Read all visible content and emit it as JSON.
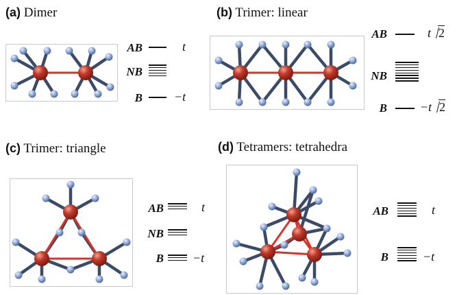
{
  "panels": {
    "a": {
      "tag": "(a)",
      "title": "Dimer",
      "levels": [
        {
          "label": "AB",
          "lines": 1,
          "value": "t"
        },
        {
          "label": "NB",
          "lines": 5,
          "value": ""
        },
        {
          "label": "B",
          "lines": 1,
          "value": "−t"
        }
      ]
    },
    "b": {
      "tag": "(b)",
      "title": "Trimer: linear",
      "levels": [
        {
          "label": "AB",
          "lines": 1,
          "value": "t",
          "sqrt": "2"
        },
        {
          "label": "NB",
          "lines": 8,
          "value": ""
        },
        {
          "label": "B",
          "lines": 1,
          "value": "−t",
          "sqrt": "2"
        }
      ]
    },
    "c": {
      "tag": "(c)",
      "title": "Trimer: triangle",
      "levels": [
        {
          "label": "AB",
          "lines": 3,
          "value": "t"
        },
        {
          "label": "NB",
          "lines": 3,
          "value": ""
        },
        {
          "label": "B",
          "lines": 3,
          "value": "−t"
        }
      ]
    },
    "d": {
      "tag": "(d)",
      "title": "Tetramers: tetrahedra",
      "levels": [
        {
          "label": "AB",
          "lines": 6,
          "value": "t"
        },
        {
          "label": "B",
          "lines": 6,
          "value": "−t"
        }
      ]
    }
  },
  "colors": {
    "metal_atom": "#c0392b",
    "ligand_atom": "#8ea8d6",
    "bond": "#3b4a66",
    "metal_bond": "#d6332a"
  }
}
